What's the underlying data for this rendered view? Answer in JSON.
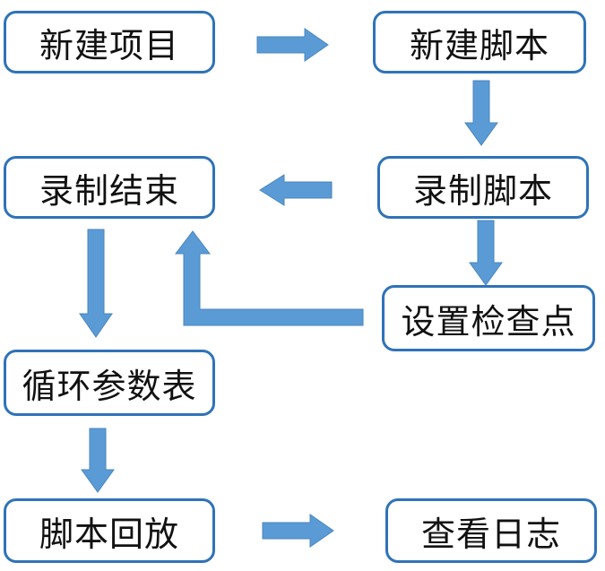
{
  "diagram": {
    "arrow_color": "#5b9bd5",
    "node_border_color": "#2f73b8",
    "nodes": {
      "new_project": "新建项目",
      "new_script": "新建脚本",
      "record_script": "录制脚本",
      "record_end": "录制结束",
      "set_checkpoint": "设置检查点",
      "loop_param_table": "循环参数表",
      "script_playback": "脚本回放",
      "view_log": "查看日志"
    }
  }
}
